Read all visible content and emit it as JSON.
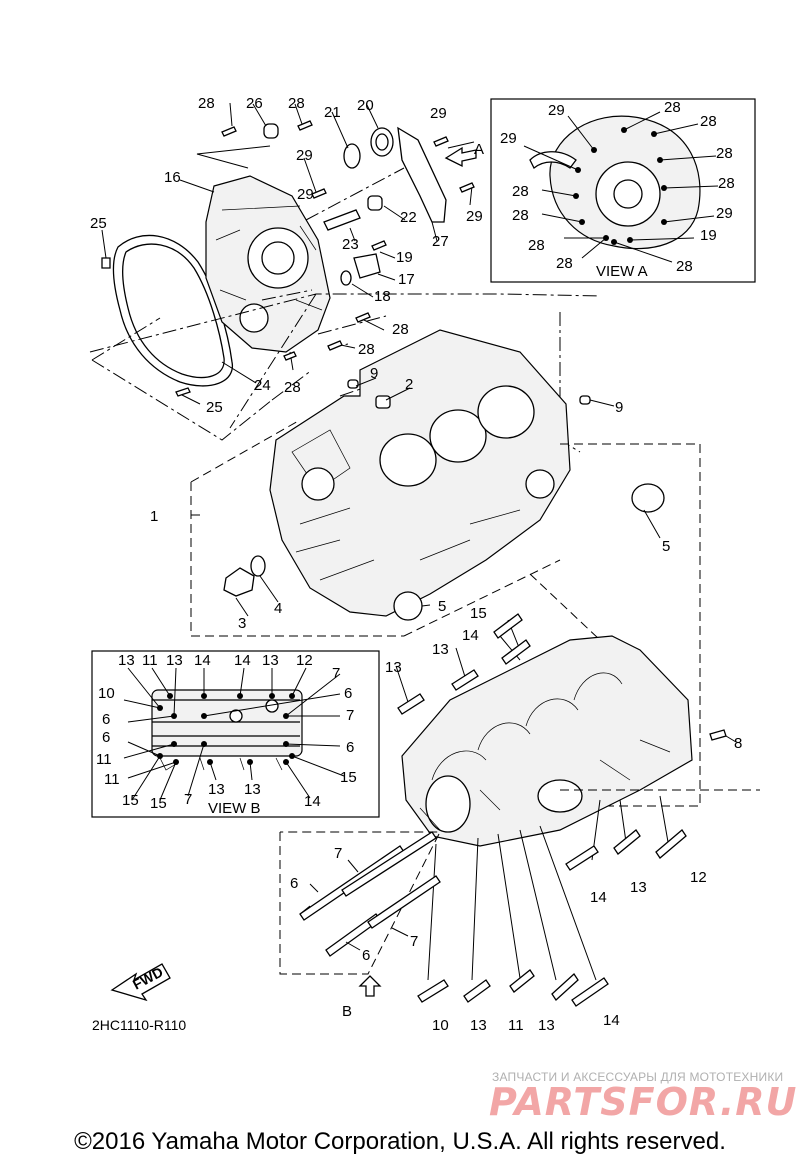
{
  "code": "2HC1110-R110",
  "copyright": "©2016 Yamaha Motor Corporation, U.S.A. All rights reserved.",
  "watermark": {
    "subtitle": "ЗАПЧАСТИ И АКСЕССУАРЫ ДЛЯ МОТОТЕХНИКИ",
    "brand": "PARTSFOR.RU"
  },
  "fwd_label": "FWD",
  "view_a": {
    "title": "VIEW A",
    "arrow_label": "A",
    "labels": [
      "29",
      "28",
      "28",
      "29",
      "28",
      "28",
      "28",
      "28",
      "29",
      "28",
      "19",
      "28",
      "28"
    ]
  },
  "view_b": {
    "title": "VIEW B",
    "arrow_label": "B",
    "labels": [
      "13",
      "11",
      "13",
      "14",
      "14",
      "13",
      "12",
      "10",
      "7",
      "6",
      "6",
      "7",
      "6",
      "6",
      "11",
      "11",
      "15",
      "15",
      "7",
      "13",
      "13",
      "14",
      "15"
    ]
  },
  "callouts": [
    "28",
    "26",
    "28",
    "21",
    "20",
    "29",
    "16",
    "29",
    "22",
    "25",
    "23",
    "19",
    "17",
    "18",
    "28",
    "28",
    "28",
    "24",
    "25",
    "9",
    "2",
    "9",
    "1",
    "5",
    "4",
    "3",
    "5",
    "15",
    "14",
    "13",
    "8",
    "7",
    "6",
    "6",
    "7",
    "14",
    "13",
    "12",
    "10",
    "13",
    "11",
    "13",
    "14",
    "29",
    "27"
  ],
  "colors": {
    "ink": "#000000",
    "watermark_text": "#f2a6a6",
    "watermark_sub": "#b0b0b0"
  }
}
